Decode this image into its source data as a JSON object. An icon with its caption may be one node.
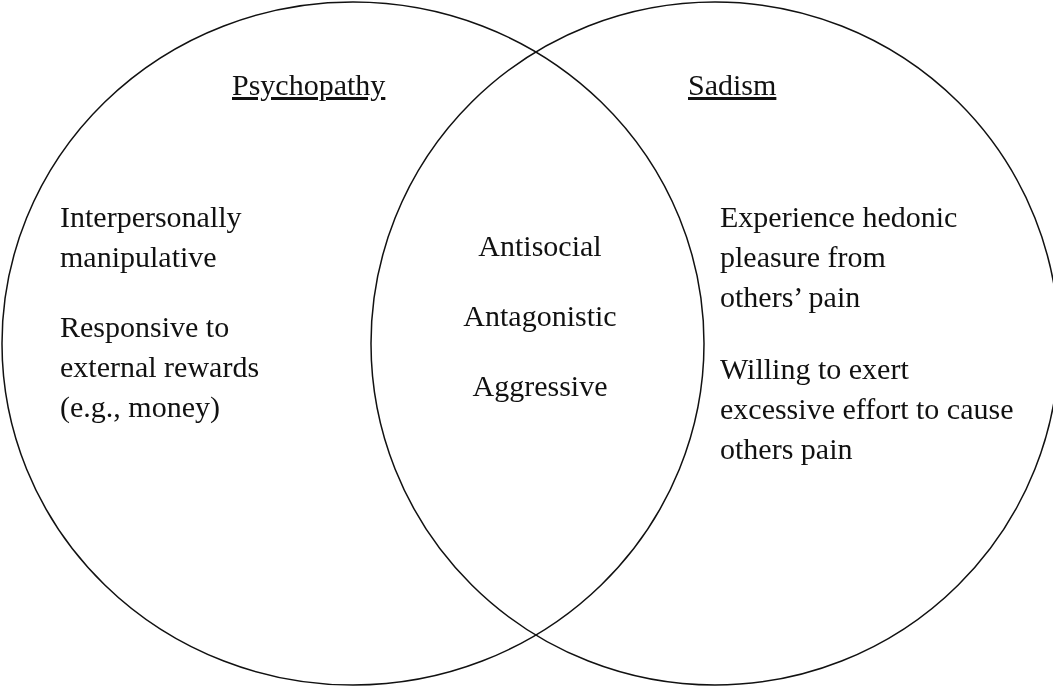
{
  "diagram": {
    "nodes": [
      {
        "text": [
          "Psychopathy",
          "Interpersonally manipulative",
          "Responsive to external rewards (e.g., money)"
        ]
      },
      {
        "text": [
          "Sadism",
          "Experience hedonic pleasure from others’ pain",
          "Willing to exert excessive effort to cause others pain"
        ]
      }
    ],
    "edges": [],
    "labels": [
      "Antisocial",
      "Antagonistic",
      "Aggressive"
    ]
  }
}
